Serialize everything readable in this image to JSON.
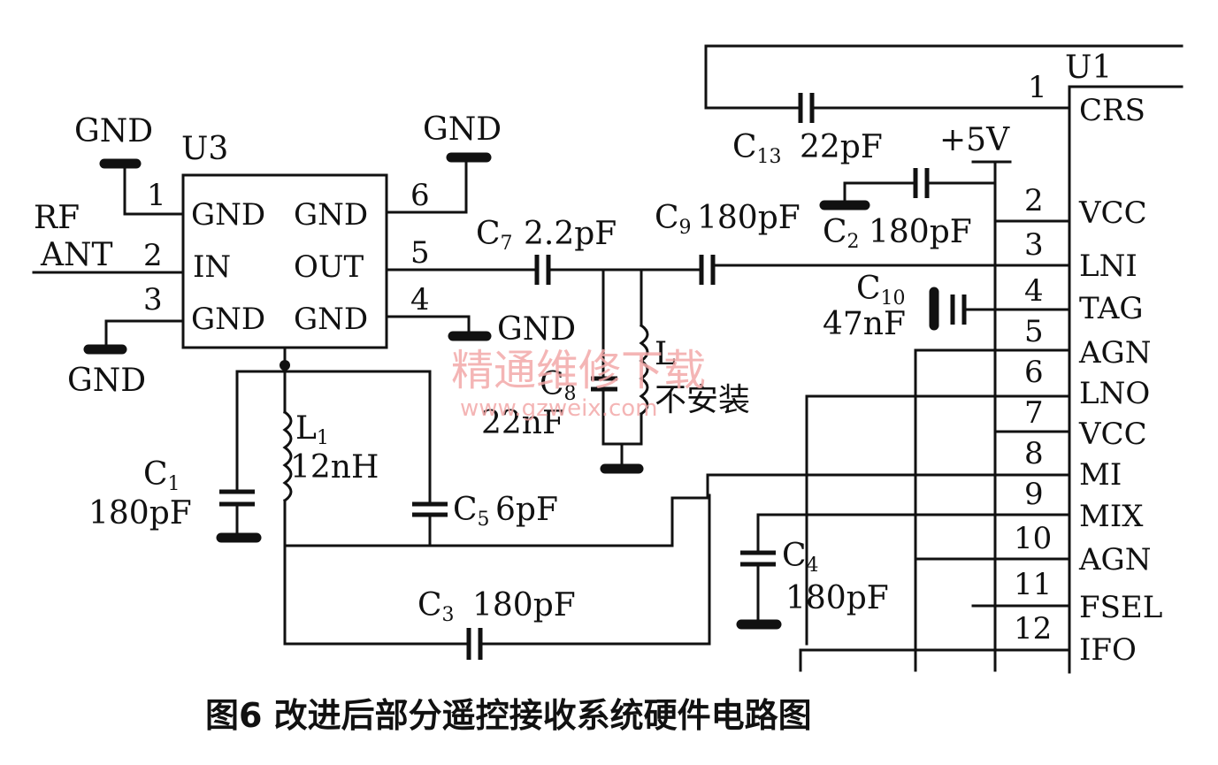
{
  "caption": "图6   改进后部分遥控接收系统硬件电路图",
  "watermark": {
    "line1": "精通维修下载",
    "line2": "www.gzweix.com"
  },
  "u3": {
    "name": "U3",
    "left_pins": [
      {
        "num": "1",
        "label": "GND"
      },
      {
        "num": "2",
        "label": "IN"
      },
      {
        "num": "3",
        "label": "GND"
      }
    ],
    "right_pins": [
      {
        "num": "6",
        "label": "GND"
      },
      {
        "num": "5",
        "label": "OUT"
      },
      {
        "num": "4",
        "label": "GND"
      }
    ]
  },
  "u1": {
    "name": "U1",
    "pins": [
      {
        "num": "1",
        "label": "CRS"
      },
      {
        "num": "2",
        "label": "VCC"
      },
      {
        "num": "3",
        "label": "LNI"
      },
      {
        "num": "4",
        "label": "TAG"
      },
      {
        "num": "5",
        "label": "AGN"
      },
      {
        "num": "6",
        "label": "LNO"
      },
      {
        "num": "7",
        "label": "VCC"
      },
      {
        "num": "8",
        "label": "MI"
      },
      {
        "num": "9",
        "label": "MIX"
      },
      {
        "num": "10",
        "label": "AGN"
      },
      {
        "num": "11",
        "label": "FSEL"
      },
      {
        "num": "12",
        "label": "IFO"
      }
    ]
  },
  "labels": {
    "gnd": "GND",
    "rf": "RF",
    "ant": "ANT",
    "vplus": "+5V",
    "not_installed": "不安装"
  },
  "components": {
    "c1": {
      "letter": "C",
      "sub": "1",
      "value": "180pF"
    },
    "c2": {
      "letter": "C",
      "sub": "2",
      "value": "180pF"
    },
    "c3": {
      "letter": "C",
      "sub": "3",
      "value": "180pF"
    },
    "c4": {
      "letter": "C",
      "sub": "4",
      "value": "180pF"
    },
    "c5": {
      "letter": "C",
      "sub": "5",
      "value": "6pF"
    },
    "c7": {
      "letter": "C",
      "sub": "7",
      "value": "2.2pF"
    },
    "c8": {
      "letter": "C",
      "sub": "8",
      "value": "22nF"
    },
    "c9": {
      "letter": "C",
      "sub": "9",
      "value": "180pF"
    },
    "c10": {
      "letter": "C",
      "sub": "10",
      "value": "47nF"
    },
    "c13": {
      "letter": "C",
      "sub": "13",
      "value": "22pF"
    },
    "l1": {
      "letter": "L",
      "sub": "1",
      "value": "12nH"
    },
    "l": {
      "letter": "L",
      "sub": ""
    }
  }
}
